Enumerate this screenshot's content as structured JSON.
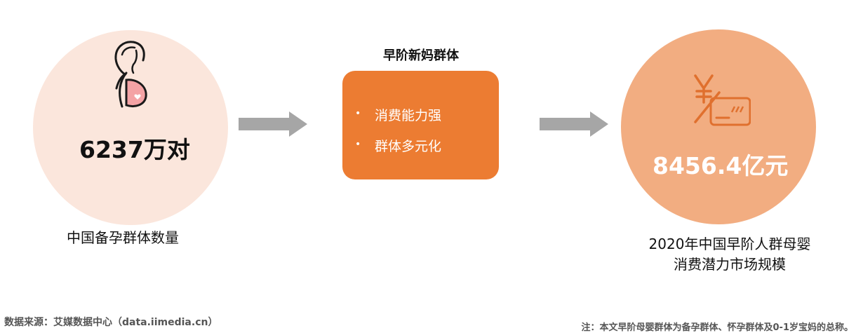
{
  "left": {
    "value": "6237万对",
    "caption": "中国备孕群体数量",
    "icon": "pregnant-woman-icon"
  },
  "center": {
    "title": "早阶新妈群体",
    "items": [
      "消费能力强",
      "群体多元化"
    ]
  },
  "right": {
    "value": "8456.4亿元",
    "caption_line1": "2020年中国早阶人群母婴",
    "caption_line2": "消费潜力市场规模",
    "icon": "yen-card-icon"
  },
  "footer": {
    "source": "数据来源：艾媒数据中心（data.iimedia.cn）",
    "note": "注：本文早阶母婴群体为备孕群体、怀孕群体及0-1岁宝妈的总称。"
  },
  "colors": {
    "orange": "#ec7c32",
    "light_peach": "#fbe6dc",
    "peach": "#f2ad81",
    "arrow_gray": "#a6a6a6",
    "belly_pink": "#f4a3a5"
  }
}
